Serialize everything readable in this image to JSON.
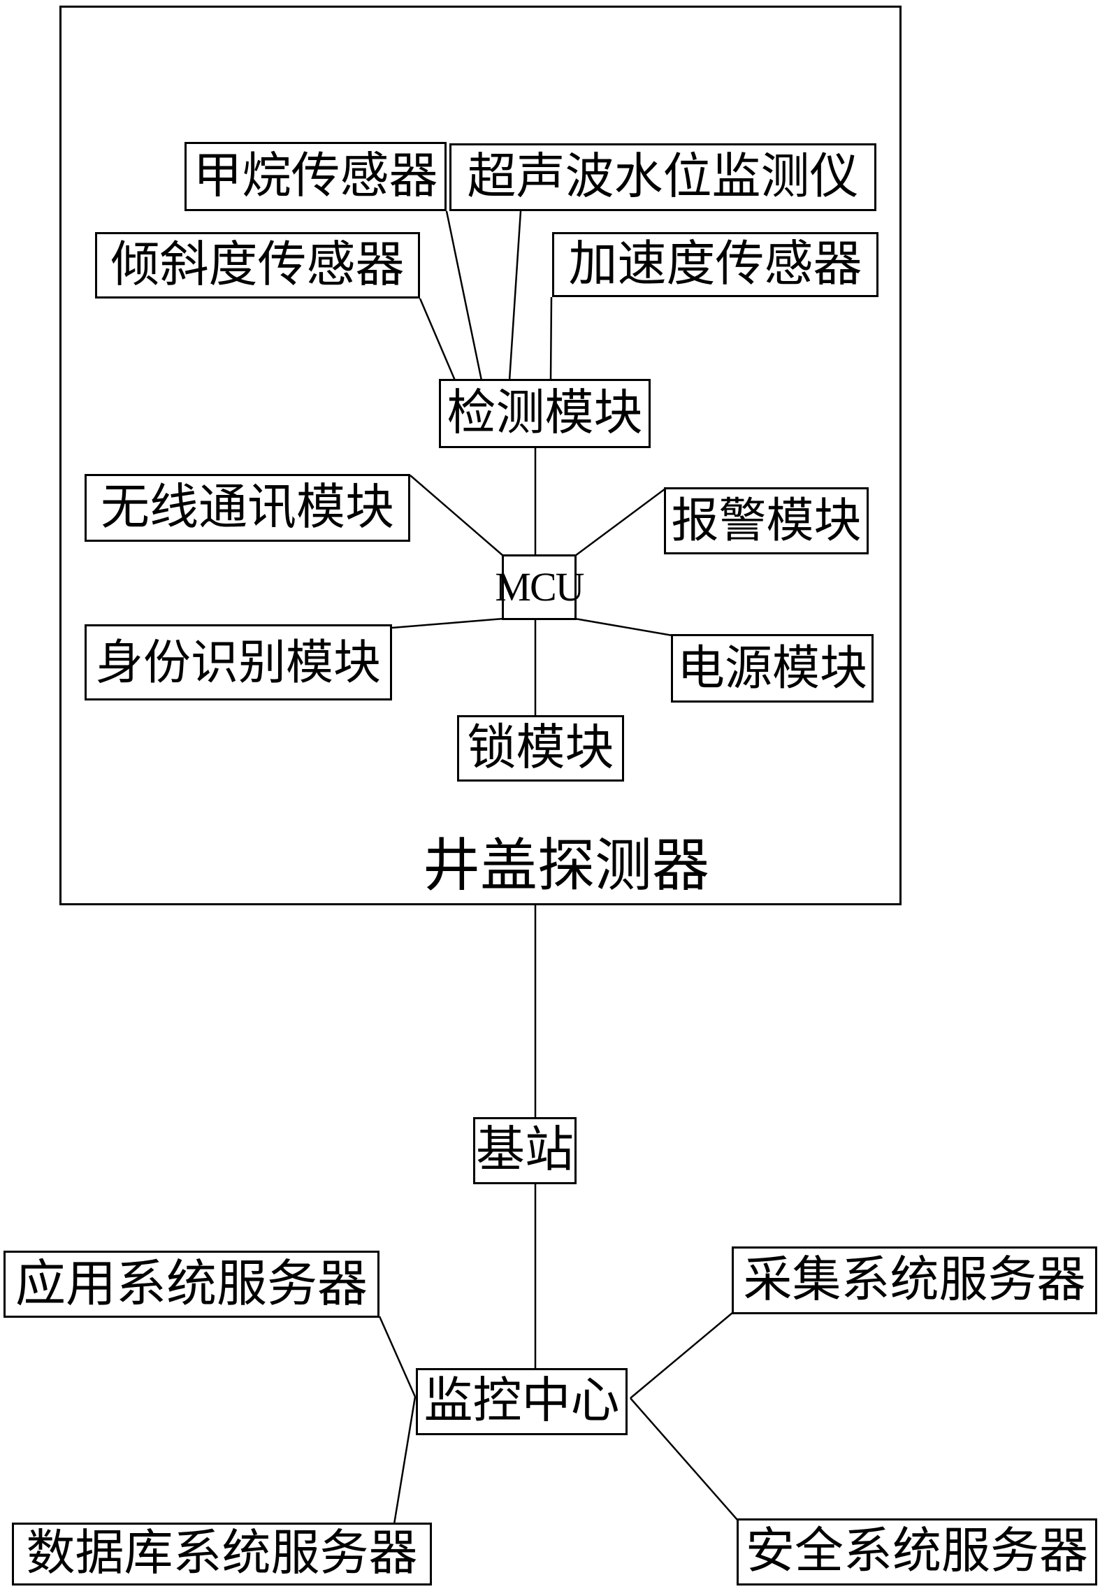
{
  "diagram": {
    "group_label": "井盖探测器",
    "colors": {
      "line": "#000000",
      "background": "#ffffff",
      "box_fill": "#ffffff",
      "box_border": "#000000"
    },
    "nodes": {
      "methane": {
        "label": "甲烷传感器"
      },
      "ultrasonic": {
        "label": "超声波水位监测仪"
      },
      "tilt": {
        "label": "倾斜度传感器"
      },
      "accel": {
        "label": "加速度传感器"
      },
      "detection": {
        "label": "检测模块"
      },
      "wireless": {
        "label": "无线通讯模块"
      },
      "alarm": {
        "label": "报警模块"
      },
      "mcu": {
        "label": "MCU"
      },
      "identity": {
        "label": "身份识别模块"
      },
      "power": {
        "label": "电源模块"
      },
      "lock": {
        "label": "锁模块"
      },
      "base_station": {
        "label": "基站"
      },
      "monitor": {
        "label": "监控中心"
      },
      "app_server": {
        "label": "应用系统服务器"
      },
      "collect_server": {
        "label": "采集系统服务器"
      },
      "db_server": {
        "label": "数据库系统服务器"
      },
      "security_server": {
        "label": "安全系统服务器"
      }
    },
    "edges": [
      {
        "from": "tilt",
        "to": "detection"
      },
      {
        "from": "methane",
        "to": "detection"
      },
      {
        "from": "ultrasonic",
        "to": "detection"
      },
      {
        "from": "accel",
        "to": "detection"
      },
      {
        "from": "detection",
        "to": "mcu"
      },
      {
        "from": "wireless",
        "to": "mcu"
      },
      {
        "from": "alarm",
        "to": "mcu"
      },
      {
        "from": "identity",
        "to": "mcu"
      },
      {
        "from": "power",
        "to": "mcu"
      },
      {
        "from": "lock",
        "to": "mcu"
      },
      {
        "from": "manhole_detector",
        "to": "base_station"
      },
      {
        "from": "base_station",
        "to": "monitor"
      },
      {
        "from": "app_server",
        "to": "monitor"
      },
      {
        "from": "db_server",
        "to": "monitor"
      },
      {
        "from": "collect_server",
        "to": "monitor"
      },
      {
        "from": "security_server",
        "to": "monitor"
      }
    ]
  }
}
